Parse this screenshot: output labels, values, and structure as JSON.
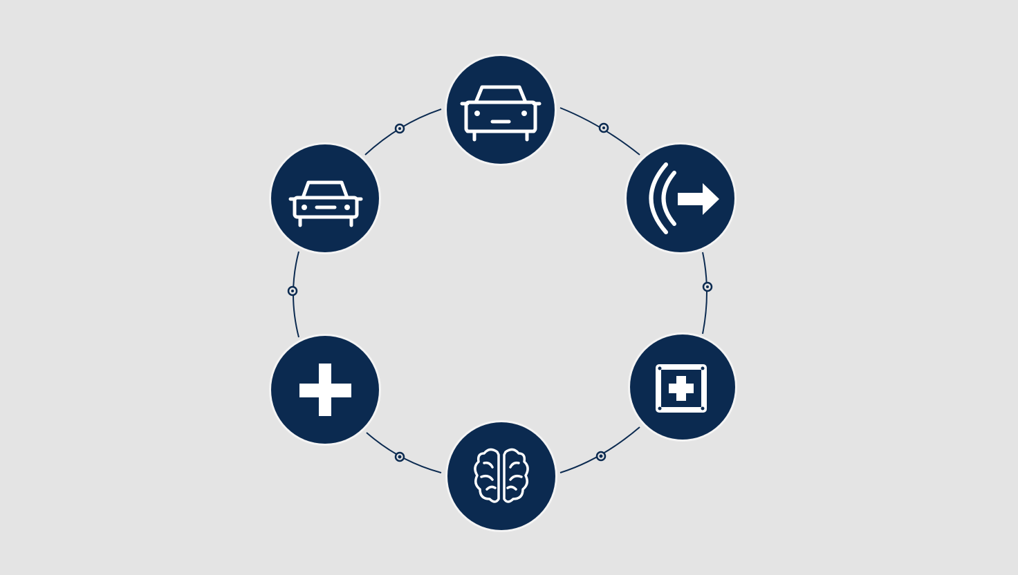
{
  "colors": {
    "background": "#e4e4e4",
    "node_fill": "#0b2a50",
    "node_ring": "#f4f4f4",
    "icon": "#ffffff",
    "connector": "#0b2a50"
  },
  "nodes": [
    {
      "id": "top",
      "icon": "car-front-icon"
    },
    {
      "id": "upper-right",
      "icon": "signal-arrow-icon"
    },
    {
      "id": "lower-right",
      "icon": "first-aid-box-icon"
    },
    {
      "id": "bottom",
      "icon": "brain-icon"
    },
    {
      "id": "lower-left",
      "icon": "medical-cross-icon"
    },
    {
      "id": "upper-left",
      "icon": "car-front-icon"
    }
  ],
  "connectors": [
    {
      "from": "top",
      "to": "upper-right"
    },
    {
      "from": "upper-right",
      "to": "lower-right"
    },
    {
      "from": "lower-right",
      "to": "bottom"
    },
    {
      "from": "bottom",
      "to": "lower-left"
    },
    {
      "from": "lower-left",
      "to": "upper-left"
    },
    {
      "from": "upper-left",
      "to": "top"
    }
  ]
}
